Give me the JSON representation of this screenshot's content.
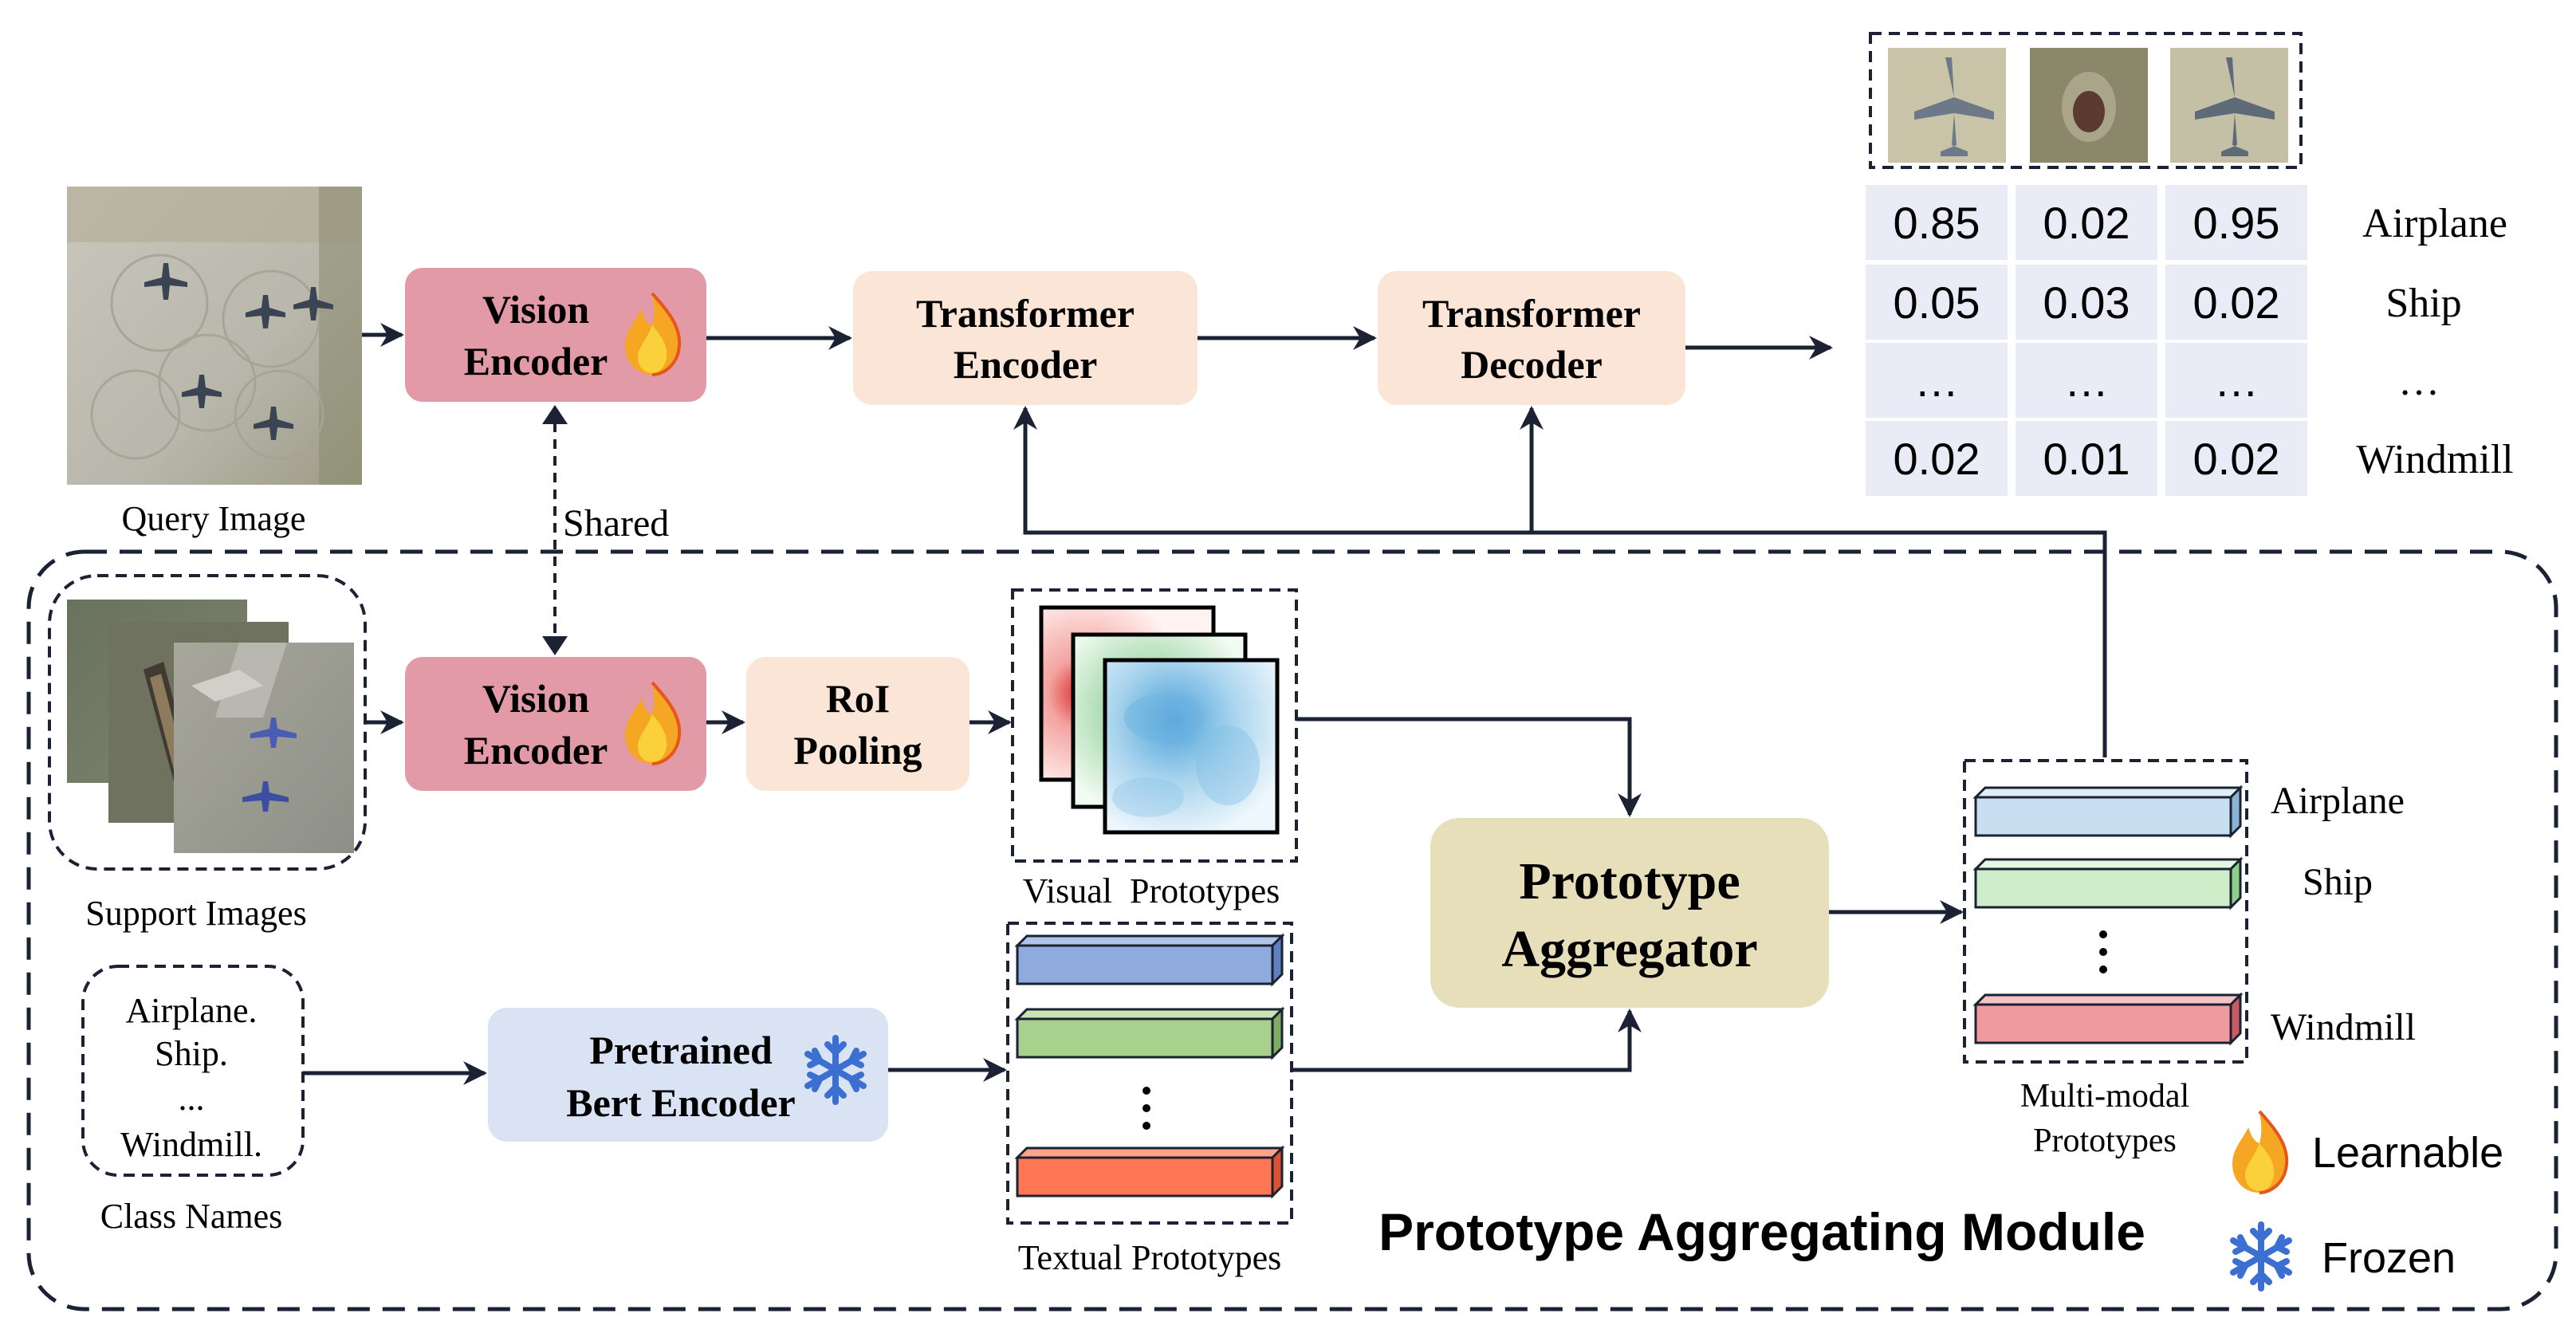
{
  "query": {
    "label": "Query Image"
  },
  "support": {
    "label": "Support Images"
  },
  "class_names": {
    "label": "Class Names",
    "lines": [
      "Airplane.",
      "Ship.",
      "...",
      "Windmill."
    ]
  },
  "boxes": {
    "vision_encoder_top": [
      "Vision",
      "Encoder"
    ],
    "vision_encoder_bottom": [
      "Vision",
      "Encoder"
    ],
    "roi_pooling": [
      "RoI",
      "Pooling"
    ],
    "transformer_encoder": [
      "Transformer",
      "Encoder"
    ],
    "transformer_decoder": [
      "Transformer",
      "Decoder"
    ],
    "bert_encoder": [
      "Pretrained",
      "Bert Encoder"
    ],
    "prototype_aggregator": [
      "Prototype",
      "Aggregator"
    ]
  },
  "shared_label": "Shared",
  "visual_prototypes_label": "Visual  Prototypes",
  "textual_prototypes_label": "Textual Prototypes",
  "multimodal_label": [
    "Multi-modal",
    "Prototypes"
  ],
  "multimodal_classes": [
    "Airplane",
    "Ship",
    "Windmill"
  ],
  "module_title": "Prototype Aggregating Module",
  "legend": {
    "learnable": "Learnable",
    "frozen": "Frozen"
  },
  "score_table": {
    "rows": [
      [
        "0.85",
        "0.02",
        "0.95"
      ],
      [
        "0.05",
        "0.03",
        "0.02"
      ],
      [
        "…",
        "…",
        "…"
      ],
      [
        "0.02",
        "0.01",
        "0.02"
      ]
    ],
    "classes": [
      "Airplane",
      "Ship",
      "…",
      "Windmill"
    ]
  },
  "colors": {
    "vision_encoder": "#e29aa6",
    "transformer": "#fbe5d6",
    "bert": "#dae3f3",
    "aggregator": "#e6dfb9",
    "table_cell": "#e9ecf7",
    "bar_blue": "#c8dff2",
    "bar_green": "#cdeec9",
    "bar_red": "#ef9a9e",
    "txt_blue": "#8faadc",
    "txt_green": "#a9d18e",
    "txt_red": "#ff7755",
    "line": "#1a2233"
  }
}
